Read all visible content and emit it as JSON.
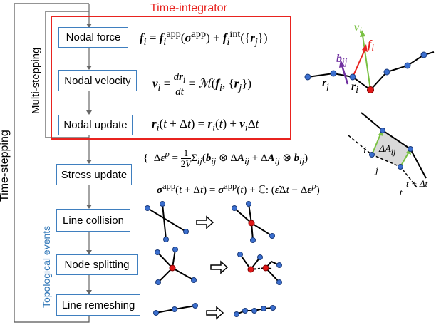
{
  "title": "Time-integrator",
  "loop_labels": {
    "time_stepping": "Time-stepping",
    "multi_stepping": "Multi-stepping",
    "topological_events": "Topological events"
  },
  "steps": {
    "nodal_force": "Nodal force",
    "nodal_velocity": "Nodal velocity",
    "nodal_update": "Nodal update",
    "stress_update": "Stress update",
    "line_collision": "Line collision",
    "node_splitting": "Node splitting",
    "line_remeshing": "Line remeshing"
  },
  "equations": {
    "force_lhs": "f",
    "velocity_sym": "v",
    "update_dt": "Δt"
  },
  "node_labels": {
    "vi": "v",
    "vi_sub": "i",
    "bij": "b",
    "bij_sub": "ij",
    "fi": "f",
    "fi_sub": "i",
    "rj": "r",
    "rj_sub": "j",
    "ri": "r",
    "ri_sub": "i",
    "i": "i",
    "j": "j",
    "t": "t",
    "t_plus": "t + Δt",
    "dA": "ΔA",
    "dA_sub": "ij"
  },
  "colors": {
    "frame_red": "#e8231f",
    "box_blue": "#3f7fbf",
    "node_blue": "#3b6fcf",
    "node_red": "#e01818",
    "velocity_green": "#7ac143",
    "burgers_purple": "#7030a0",
    "topo_blue": "#2e75b6"
  }
}
